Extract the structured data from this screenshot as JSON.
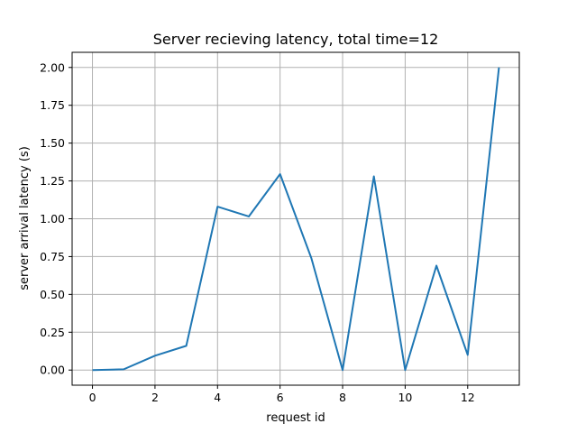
{
  "chart_data": {
    "type": "line",
    "title": "Server recieving latency, total time=12",
    "xlabel": "request id",
    "ylabel": "server arrival latency (s)",
    "xlim": [
      -0.65,
      13.65
    ],
    "ylim": [
      -0.1,
      2.1
    ],
    "xticks": [
      0,
      2,
      4,
      6,
      8,
      10,
      12
    ],
    "xtick_labels": [
      "0",
      "2",
      "4",
      "6",
      "8",
      "10",
      "12"
    ],
    "yticks": [
      0.0,
      0.25,
      0.5,
      0.75,
      1.0,
      1.25,
      1.5,
      1.75,
      2.0
    ],
    "ytick_labels": [
      "0.00",
      "0.25",
      "0.50",
      "0.75",
      "1.00",
      "1.25",
      "1.50",
      "1.75",
      "2.00"
    ],
    "grid": true,
    "series": [
      {
        "color": "#1f77b4",
        "x": [
          0,
          1,
          2,
          3,
          4,
          5,
          6,
          7,
          8,
          9,
          10,
          11,
          12,
          13
        ],
        "y": [
          0.0,
          0.005,
          0.095,
          0.16,
          1.08,
          1.015,
          1.295,
          0.74,
          0.0,
          1.28,
          0.0,
          0.69,
          0.1,
          2.0
        ]
      }
    ]
  }
}
